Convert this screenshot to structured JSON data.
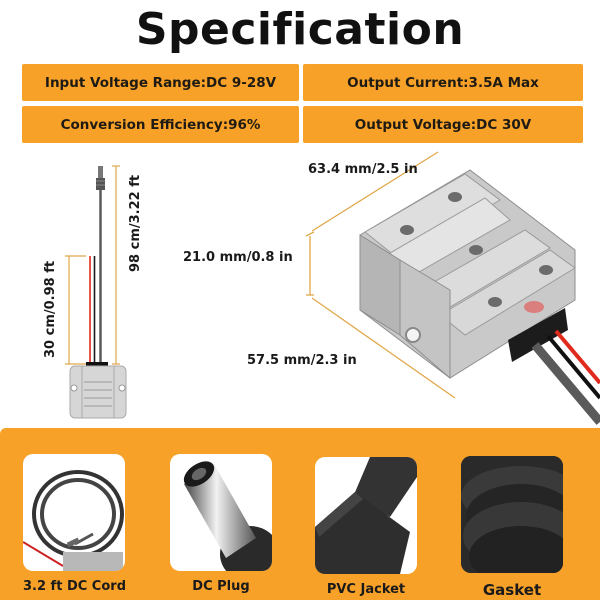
{
  "title": "Specification",
  "specs": [
    {
      "label": "Input Voltage Range:DC 9-28V"
    },
    {
      "label": "Output Current:3.5A Max"
    },
    {
      "label": "Conversion Efficiency:96%"
    },
    {
      "label": "Output Voltage:DC 30V"
    }
  ],
  "cable_dimensions": {
    "total_length": "98 cm/3.22 ft",
    "wire_length": "30 cm/0.98 ft"
  },
  "module_dimensions": {
    "length": "63.4 mm/2.5 in",
    "height": "21.0 mm/0.8 in",
    "width": "57.5 mm/2.3 in"
  },
  "features": [
    {
      "label": "3.2 ft DC Cord",
      "icon": "coiled-cord-icon"
    },
    {
      "label": "DC Plug",
      "icon": "dc-plug-icon"
    },
    {
      "label": "PVC Jacket",
      "icon": "pvc-jacket-icon"
    },
    {
      "label": "Gasket",
      "icon": "gasket-icon"
    }
  ],
  "colors": {
    "accent": "#f7a128",
    "dimension_line": "#e0a84a",
    "wire_red": "#e02a1b",
    "wire_black": "#1a1a1a",
    "wire_gray": "#5a5a5a"
  }
}
